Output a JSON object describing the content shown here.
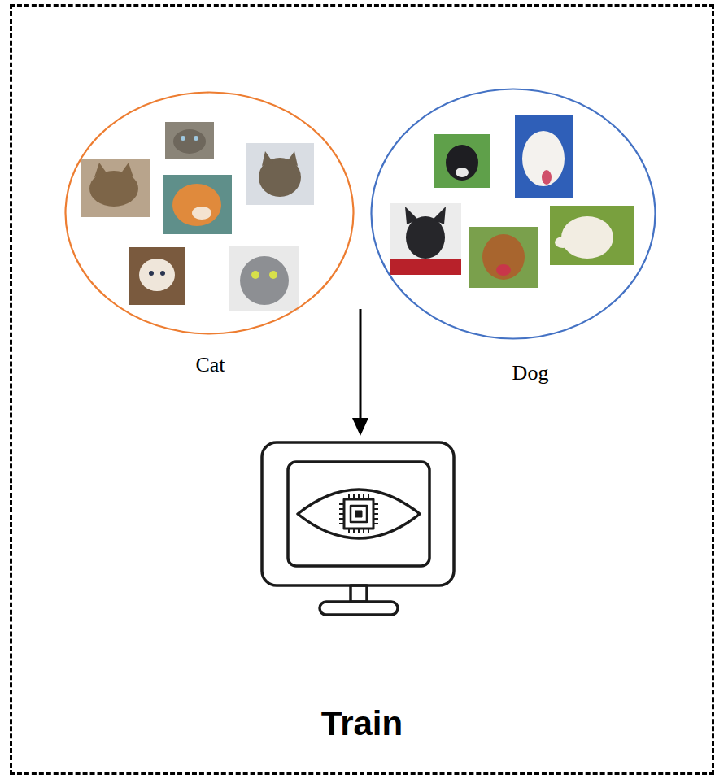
{
  "diagram": {
    "nodes": [
      {
        "text": [
          "Train"
        ]
      },
      {
        "text": [
          "Cat"
        ],
        "in": 0
      },
      {
        "text": [
          "Dog"
        ],
        "in": 0
      }
    ]
  }
}
